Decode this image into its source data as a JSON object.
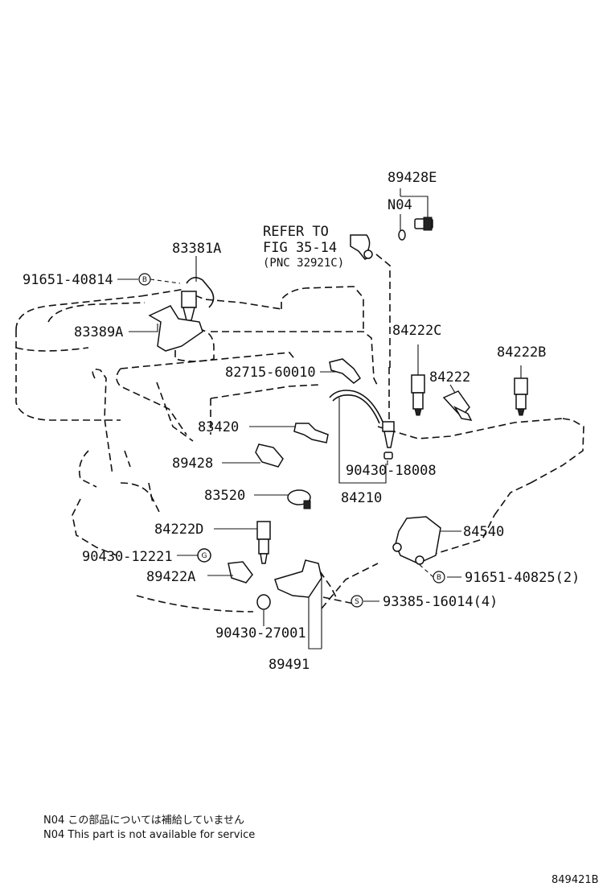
{
  "diagram": {
    "refer": {
      "line1": "REFER TO",
      "line2": "FIG 35-14",
      "line3": "(PNC 32921C)"
    },
    "labels": {
      "p89428E": "89428E",
      "n04": "N04",
      "p83381A": "83381A",
      "p91651_40814": "91651-40814",
      "p83389A": "83389A",
      "p84222C": "84222C",
      "p84222B": "84222B",
      "p82715": "82715-60010",
      "p84222": "84222",
      "p83420": "83420",
      "p89428": "89428",
      "p90430_18008": "90430-18008",
      "p83520": "83520",
      "p84210": "84210",
      "p84222D": "84222D",
      "p84540": "84540",
      "p90430_12221": "90430-12221",
      "p89422A": "89422A",
      "p91651_40825": "91651-40825(2)",
      "p93385": "93385-16014(4)",
      "p90430_27001": "90430-27001",
      "p89491": "89491"
    },
    "symbols": {
      "bolt": "B",
      "screw": "S",
      "gasket": "G"
    },
    "notes": {
      "jp": "N04 この部品については補給していません",
      "en": "N04 This part is not available for service"
    },
    "drawing_number": "849421B"
  }
}
